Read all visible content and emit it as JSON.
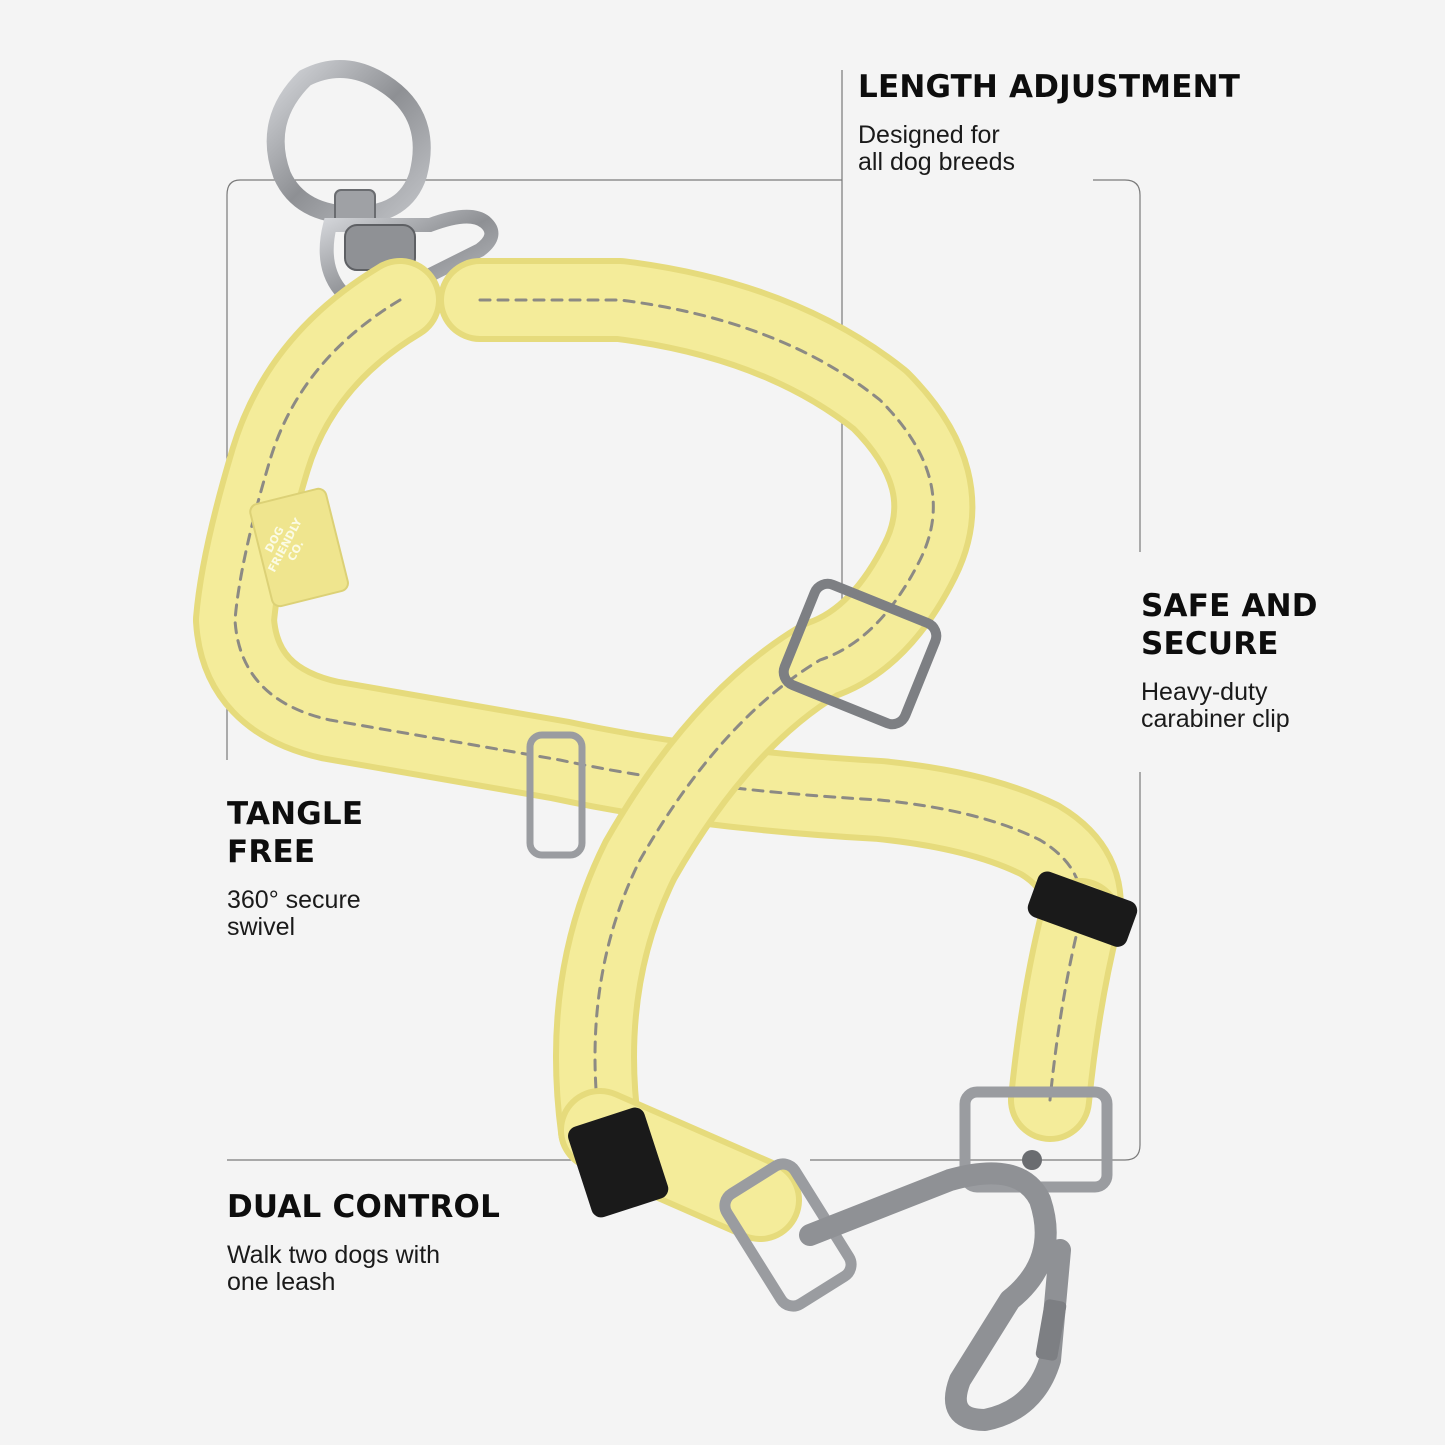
{
  "features": [
    {
      "id": "length",
      "title": "LENGTH ADJUSTMENT",
      "desc": "Designed for\nall dog breeds"
    },
    {
      "id": "safe",
      "title": "SAFE AND\nSECURE",
      "desc": "Heavy-duty\ncarabiner clip"
    },
    {
      "id": "tangle",
      "title": "TANGLE\nFREE",
      "desc": "360° secure\nswivel"
    },
    {
      "id": "dual",
      "title": "DUAL CONTROL",
      "desc": "Walk two dogs with\none leash"
    }
  ],
  "brand_label": "DOG\nFRIENDLY\nCO.",
  "colors": {
    "background": "#f4f4f4",
    "strap": "#f4ec9a",
    "strap_shade": "#e6db7c",
    "stitch": "#8c8a84",
    "metal": "#9a9ca0",
    "metal_dark": "#6a6c70",
    "rubber": "#1a1a1a",
    "callout_line": "#7a7a7a"
  }
}
